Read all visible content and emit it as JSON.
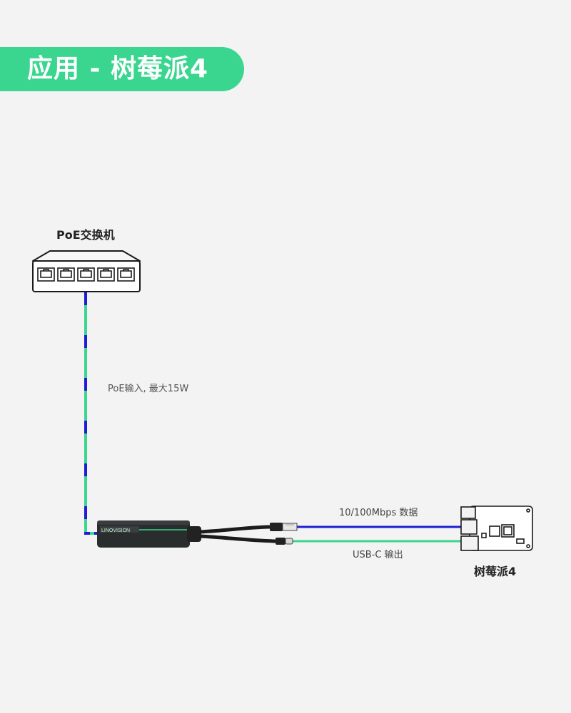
{
  "header": {
    "title": "应用 - 树莓派4"
  },
  "switch": {
    "label": "PoE交换机"
  },
  "cable_poe": {
    "label": "PoE输入, 最大15W"
  },
  "splitter": {
    "brand": "LINOVISION"
  },
  "cable_data": {
    "label": "10/100Mbps 数据"
  },
  "cable_usb": {
    "label": "USB-C 输出"
  },
  "device": {
    "label": "树莓派4"
  },
  "colors": {
    "accent": "#3ad690",
    "data_line": "#1e1ed2",
    "power_line": "#3ad690"
  }
}
